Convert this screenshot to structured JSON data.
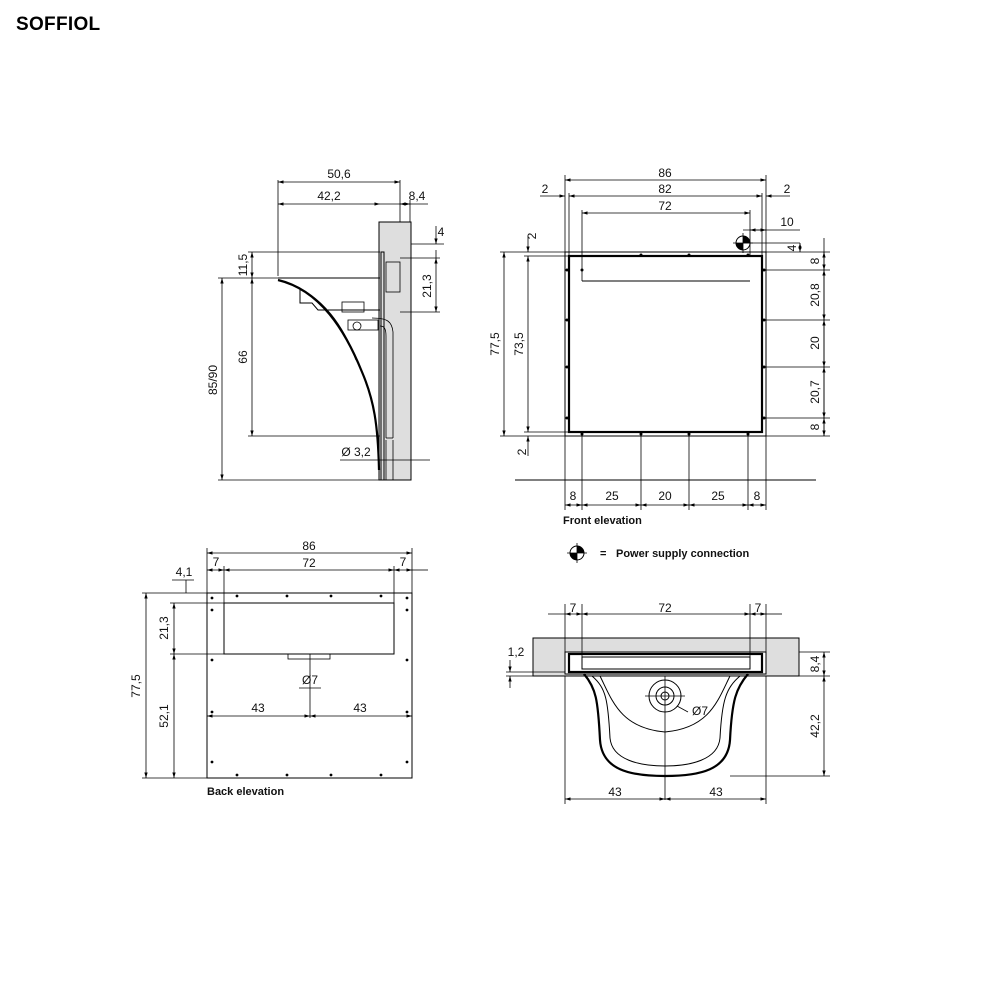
{
  "title": "SOFFIOL",
  "captions": {
    "front_elevation": "Front elevation",
    "back_elevation": "Back elevation",
    "legend_equals": "=",
    "legend_label": "Power supply connection"
  },
  "legend": {
    "icon": "power-supply-symbol-icon"
  },
  "side_view": {
    "dims": [
      "50,6",
      "42,2",
      "8,4",
      "4",
      "11,5",
      "21,3",
      "66",
      "85/90",
      "Ø 3,2"
    ]
  },
  "front_view": {
    "dims": [
      "86",
      "2",
      "82",
      "2",
      "72",
      "10",
      "2",
      "4",
      "8",
      "20,8",
      "77,5",
      "73,5",
      "20",
      "20,7",
      "8",
      "2",
      "8",
      "25",
      "20",
      "25",
      "8"
    ]
  },
  "back_view": {
    "dims": [
      "86",
      "4,1",
      "7",
      "72",
      "7",
      "21,3",
      "77,5",
      "Ø7",
      "43",
      "43",
      "52,1"
    ]
  },
  "section_view": {
    "dims": [
      "7",
      "72",
      "7",
      "1,2",
      "8,4",
      "Ø7",
      "42,2",
      "43",
      "43"
    ]
  }
}
